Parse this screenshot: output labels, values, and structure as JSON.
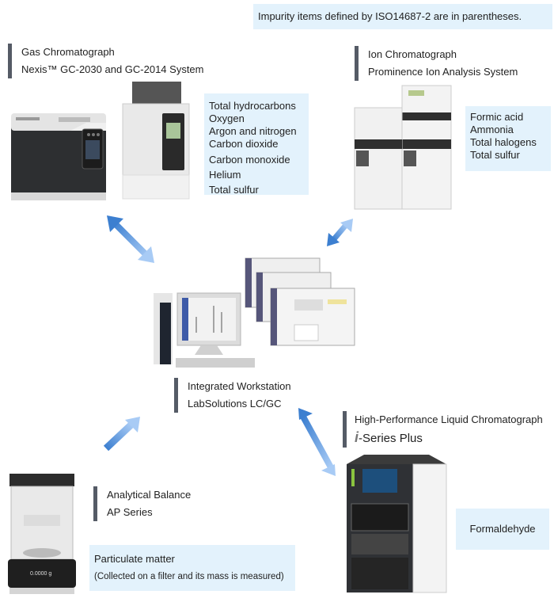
{
  "note": "Impurity items defined by ISO14687-2 are in parentheses.",
  "gas_chromatograph": {
    "title": "Gas Chromatograph",
    "model": "Nexis™ GC-2030 and GC-2014 System",
    "items": [
      "Total hydrocarbons",
      "Oxygen",
      "Argon and nitrogen",
      "Carbon dioxide",
      "Carbon monoxide",
      "Helium",
      "Total sulfur"
    ]
  },
  "ion_chromatograph": {
    "title": "Ion Chromatograph",
    "model": "Prominence Ion Analysis System",
    "items": [
      "Formic acid",
      "Ammonia",
      "Total halogens",
      "Total sulfur"
    ]
  },
  "workstation": {
    "title": "Integrated Workstation",
    "model": "LabSolutions LC/GC"
  },
  "hplc": {
    "title": "High-Performance Liquid Chromatograph",
    "model_logo": "i",
    "model": "-Series Plus",
    "items": [
      "Formaldehyde"
    ]
  },
  "balance": {
    "title": "Analytical Balance",
    "model": "AP Series",
    "item": "Particulate matter",
    "item_note": "(Collected on a filter and its mass is measured)",
    "display_value": "0.0000 g"
  },
  "colors": {
    "accent_bar": "#555b66",
    "box_bg": "#e3f2fc",
    "arrow_dark": "#3c7fd0",
    "arrow_light": "#a8cbf5"
  }
}
